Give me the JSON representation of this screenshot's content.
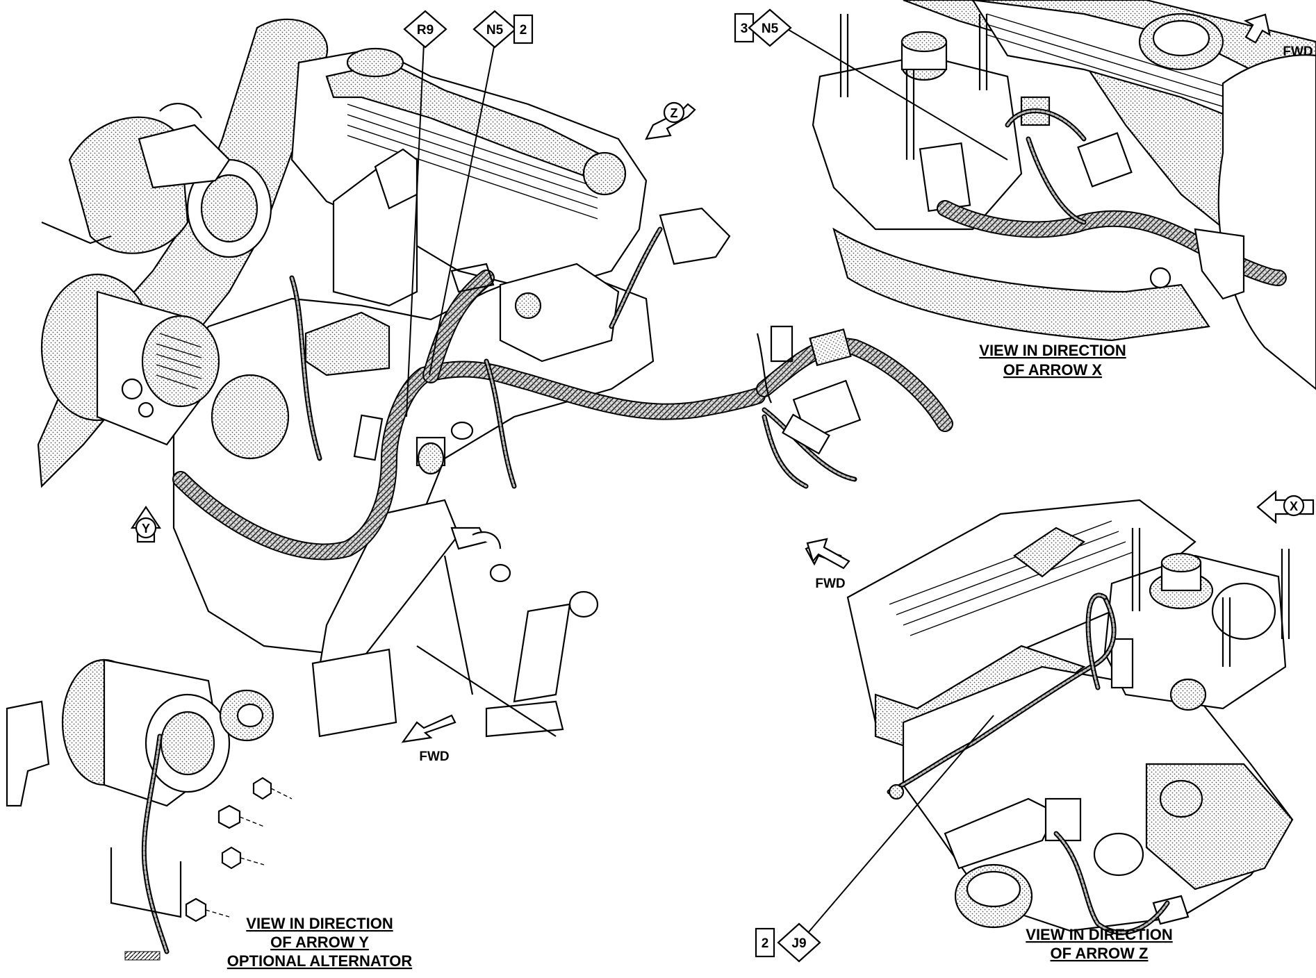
{
  "callouts": {
    "r9": "R9",
    "n5_main": "N5",
    "n5_main_num": "2",
    "n5_view_x_num": "3",
    "n5_view_x": "N5",
    "j9_num": "2",
    "j9": "J9"
  },
  "direction_markers": {
    "fwd_main": "FWD",
    "fwd_view_x": "FWD",
    "fwd_view_z": "FWD",
    "arrow_x": "X",
    "arrow_y": "Y",
    "arrow_z": "Z"
  },
  "captions": {
    "view_x_line1": "VIEW IN DIRECTION",
    "view_x_line2": "OF ARROW X",
    "view_y_line1": "VIEW IN DIRECTION",
    "view_y_line2": "OF ARROW Y",
    "view_y_line3": "OPTIONAL ALTERNATOR",
    "view_z_line1": "VIEW IN DIRECTION",
    "view_z_line2": "OF ARROW Z"
  }
}
